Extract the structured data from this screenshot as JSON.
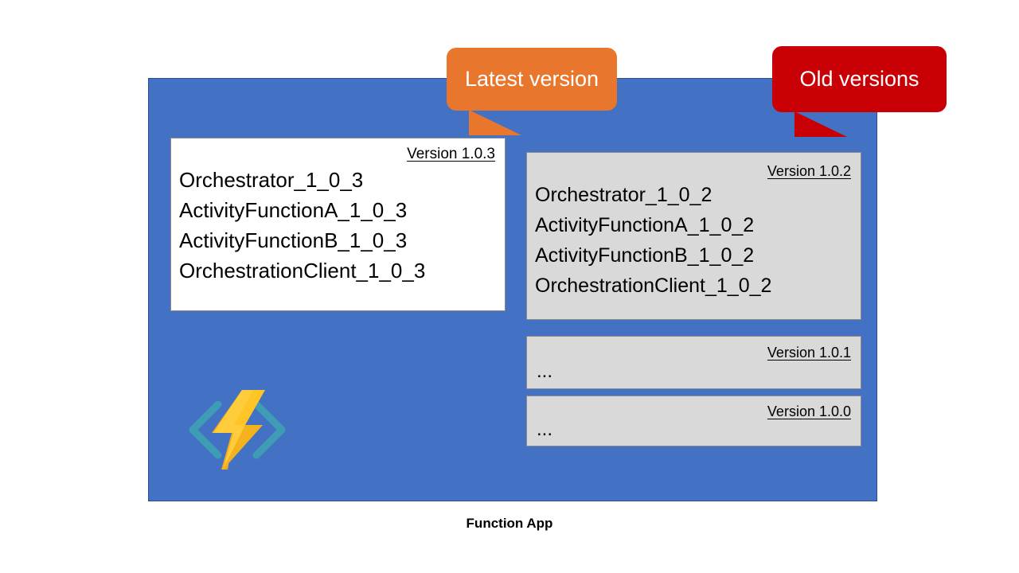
{
  "diagram": {
    "caption": "Function App",
    "colors": {
      "panel_blue": "#4372C4",
      "latest_card_bg": "#FFFFFF",
      "old_card_bg": "#D9D9D9",
      "callout_latest": "#E8762C",
      "callout_old": "#C80006",
      "bolt_yellow": "#FFC226",
      "bolt_gold": "#F5A623",
      "bracket_teal": "#3F9CB5"
    }
  },
  "callouts": {
    "latest": {
      "label": "Latest version"
    },
    "old": {
      "label": "Old versions"
    }
  },
  "cards": {
    "latest": {
      "version_label": "Version 1.0.3",
      "functions": [
        "Orchestrator_1_0_3",
        "ActivityFunctionA_1_0_3",
        "ActivityFunctionB_1_0_3",
        "OrchestrationClient_1_0_3"
      ]
    },
    "old_full": {
      "version_label": "Version 1.0.2",
      "functions": [
        "Orchestrator_1_0_2",
        "ActivityFunctionA_1_0_2",
        "ActivityFunctionB_1_0_2",
        "OrchestrationClient_1_0_2"
      ]
    },
    "old_stub_1": {
      "version_label": "Version 1.0.1",
      "ellipsis": "..."
    },
    "old_stub_2": {
      "version_label": "Version 1.0.0",
      "ellipsis": "..."
    }
  }
}
